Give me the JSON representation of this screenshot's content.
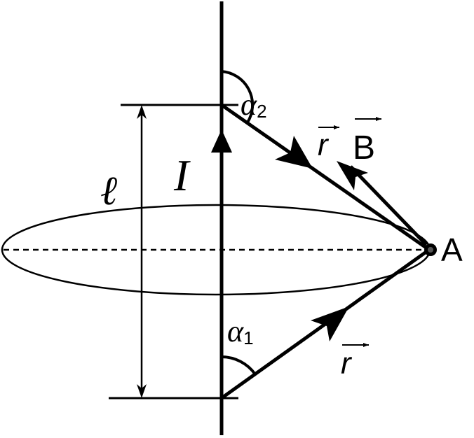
{
  "labels": {
    "current": "I",
    "length": "ℓ",
    "point": "A",
    "angle_top": "α",
    "angle_top_sub": "2",
    "angle_bottom": "α",
    "angle_bottom_sub": "1",
    "vector_r_top": "r",
    "vector_b": "B",
    "vector_r_bottom": "r"
  },
  "colors": {
    "stroke": "#000000",
    "background": "#ffffff"
  }
}
